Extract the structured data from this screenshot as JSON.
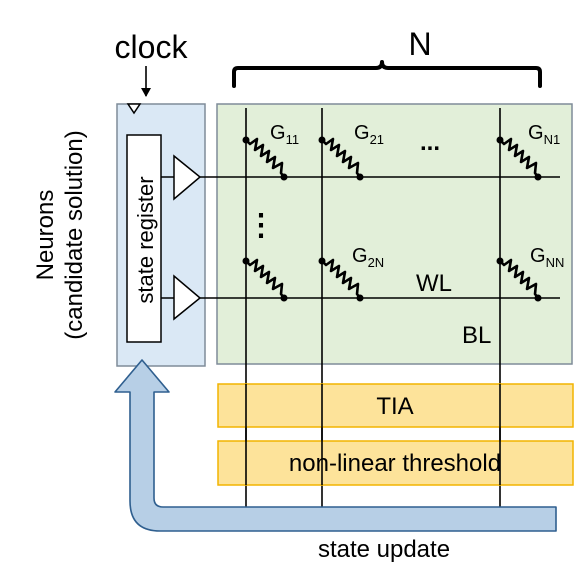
{
  "labels": {
    "clock": "clock",
    "n": "N",
    "neurons_line1": "Neurons",
    "neurons_line2": "(candidate solution)",
    "state_register": "state register",
    "tia": "TIA",
    "threshold": "non-linear threshold",
    "state_update": "state update",
    "wl": "WL",
    "bl": "BL",
    "ellipsis_h": "...",
    "ellipsis_v": "⋮"
  },
  "conductances": {
    "g11": {
      "base": "G",
      "sub": "11"
    },
    "g21": {
      "base": "G",
      "sub": "21"
    },
    "gn1": {
      "base": "G",
      "sub": "N1"
    },
    "g2n": {
      "base": "G",
      "sub": "2N"
    },
    "gnn": {
      "base": "G",
      "sub": "NN"
    }
  },
  "colors": {
    "neuron_fill": "#dae8f5",
    "crossbar_fill": "#e2efd9",
    "block_fill": "#fde39a",
    "block_border": "#f2b400",
    "arrow_fill": "#b7cfe6"
  }
}
